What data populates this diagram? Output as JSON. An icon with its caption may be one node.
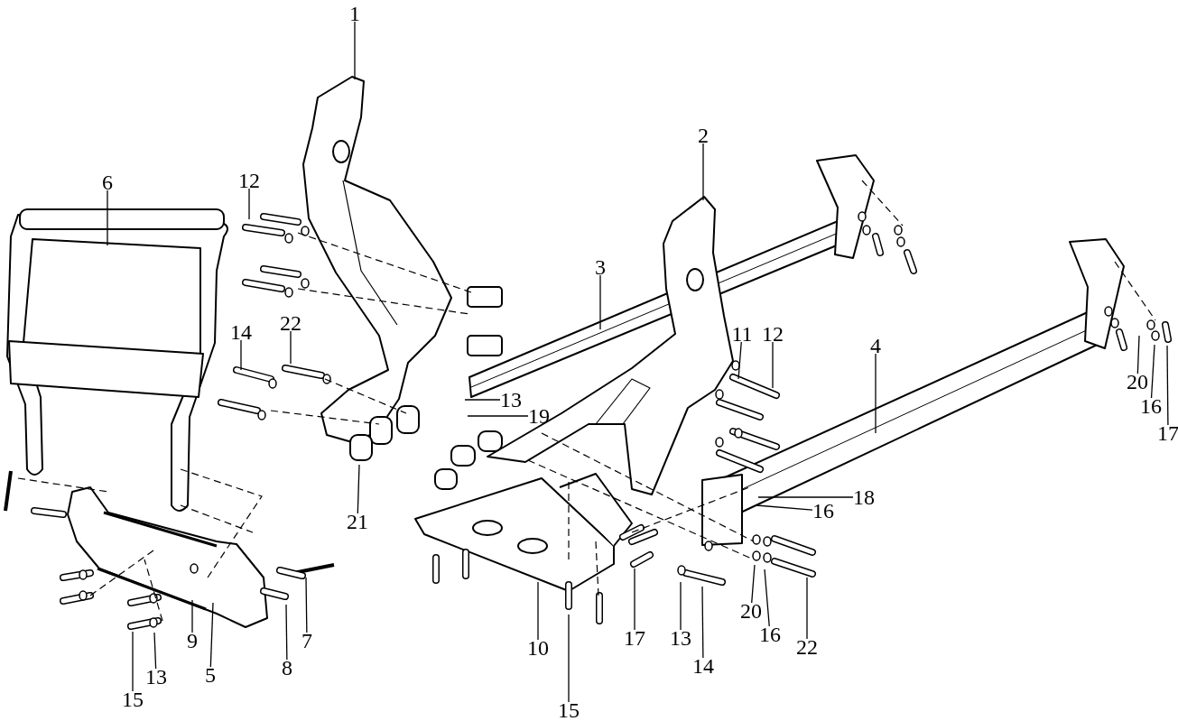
{
  "diagram": {
    "nodes": [
      {
        "text": [
          "1"
        ]
      },
      {
        "text": [
          "2"
        ]
      },
      {
        "text": [
          "6"
        ]
      },
      {
        "text": [
          "12"
        ]
      },
      {
        "text": [
          "3"
        ]
      },
      {
        "text": [
          "22"
        ]
      },
      {
        "text": [
          "14"
        ]
      },
      {
        "text": [
          "11"
        ]
      },
      {
        "text": [
          "12"
        ]
      },
      {
        "text": [
          "4"
        ]
      },
      {
        "text": [
          "20"
        ]
      },
      {
        "text": [
          "13"
        ]
      },
      {
        "text": [
          "16"
        ]
      },
      {
        "text": [
          "19"
        ]
      },
      {
        "text": [
          "17"
        ]
      },
      {
        "text": [
          "18"
        ]
      },
      {
        "text": [
          "16"
        ]
      },
      {
        "text": [
          "21"
        ]
      },
      {
        "text": [
          "20"
        ]
      },
      {
        "text": [
          "16"
        ]
      },
      {
        "text": [
          "17"
        ]
      },
      {
        "text": [
          "13"
        ]
      },
      {
        "text": [
          "9"
        ]
      },
      {
        "text": [
          "7"
        ]
      },
      {
        "text": [
          "10"
        ]
      },
      {
        "text": [
          "22"
        ]
      },
      {
        "text": [
          "14"
        ]
      },
      {
        "text": [
          "8"
        ]
      },
      {
        "text": [
          "5"
        ]
      },
      {
        "text": [
          "13"
        ]
      },
      {
        "text": [
          "15"
        ]
      },
      {
        "text": [
          "15"
        ]
      }
    ],
    "edges": [
      {
        "from": 0,
        "to": null,
        "arrow": "none"
      },
      {
        "from": 1,
        "to": null,
        "arrow": "none"
      },
      {
        "from": 2,
        "to": null,
        "arrow": "none"
      },
      {
        "from": 3,
        "to": null,
        "arrow": "none"
      },
      {
        "from": 4,
        "to": null,
        "arrow": "none"
      },
      {
        "from": 5,
        "to": null,
        "arrow": "none"
      },
      {
        "from": 6,
        "to": null,
        "arrow": "none"
      },
      {
        "from": 7,
        "to": null,
        "arrow": "none"
      },
      {
        "from": 8,
        "to": null,
        "arrow": "none"
      },
      {
        "from": 9,
        "to": null,
        "arrow": "none"
      },
      {
        "from": 10,
        "to": null,
        "arrow": "none"
      },
      {
        "from": 11,
        "to": null,
        "arrow": "none"
      },
      {
        "from": 12,
        "to": null,
        "arrow": "none"
      },
      {
        "from": 13,
        "to": null,
        "arrow": "none"
      },
      {
        "from": 14,
        "to": null,
        "arrow": "none"
      },
      {
        "from": 15,
        "to": null,
        "arrow": "none"
      },
      {
        "from": 16,
        "to": null,
        "arrow": "none"
      },
      {
        "from": 17,
        "to": null,
        "arrow": "none"
      },
      {
        "from": 18,
        "to": null,
        "arrow": "none"
      },
      {
        "from": 19,
        "to": null,
        "arrow": "none"
      },
      {
        "from": 20,
        "to": null,
        "arrow": "none"
      },
      {
        "from": 21,
        "to": null,
        "arrow": "none"
      },
      {
        "from": 22,
        "to": null,
        "arrow": "none"
      },
      {
        "from": 23,
        "to": null,
        "arrow": "none"
      },
      {
        "from": 24,
        "to": null,
        "arrow": "none"
      },
      {
        "from": 25,
        "to": null,
        "arrow": "none"
      },
      {
        "from": 26,
        "to": null,
        "arrow": "none"
      },
      {
        "from": 27,
        "to": null,
        "arrow": "none"
      },
      {
        "from": 28,
        "to": null,
        "arrow": "none"
      },
      {
        "from": 29,
        "to": null,
        "arrow": "none"
      },
      {
        "from": 30,
        "to": null,
        "arrow": "none"
      },
      {
        "from": 31,
        "to": null,
        "arrow": "none"
      }
    ]
  }
}
